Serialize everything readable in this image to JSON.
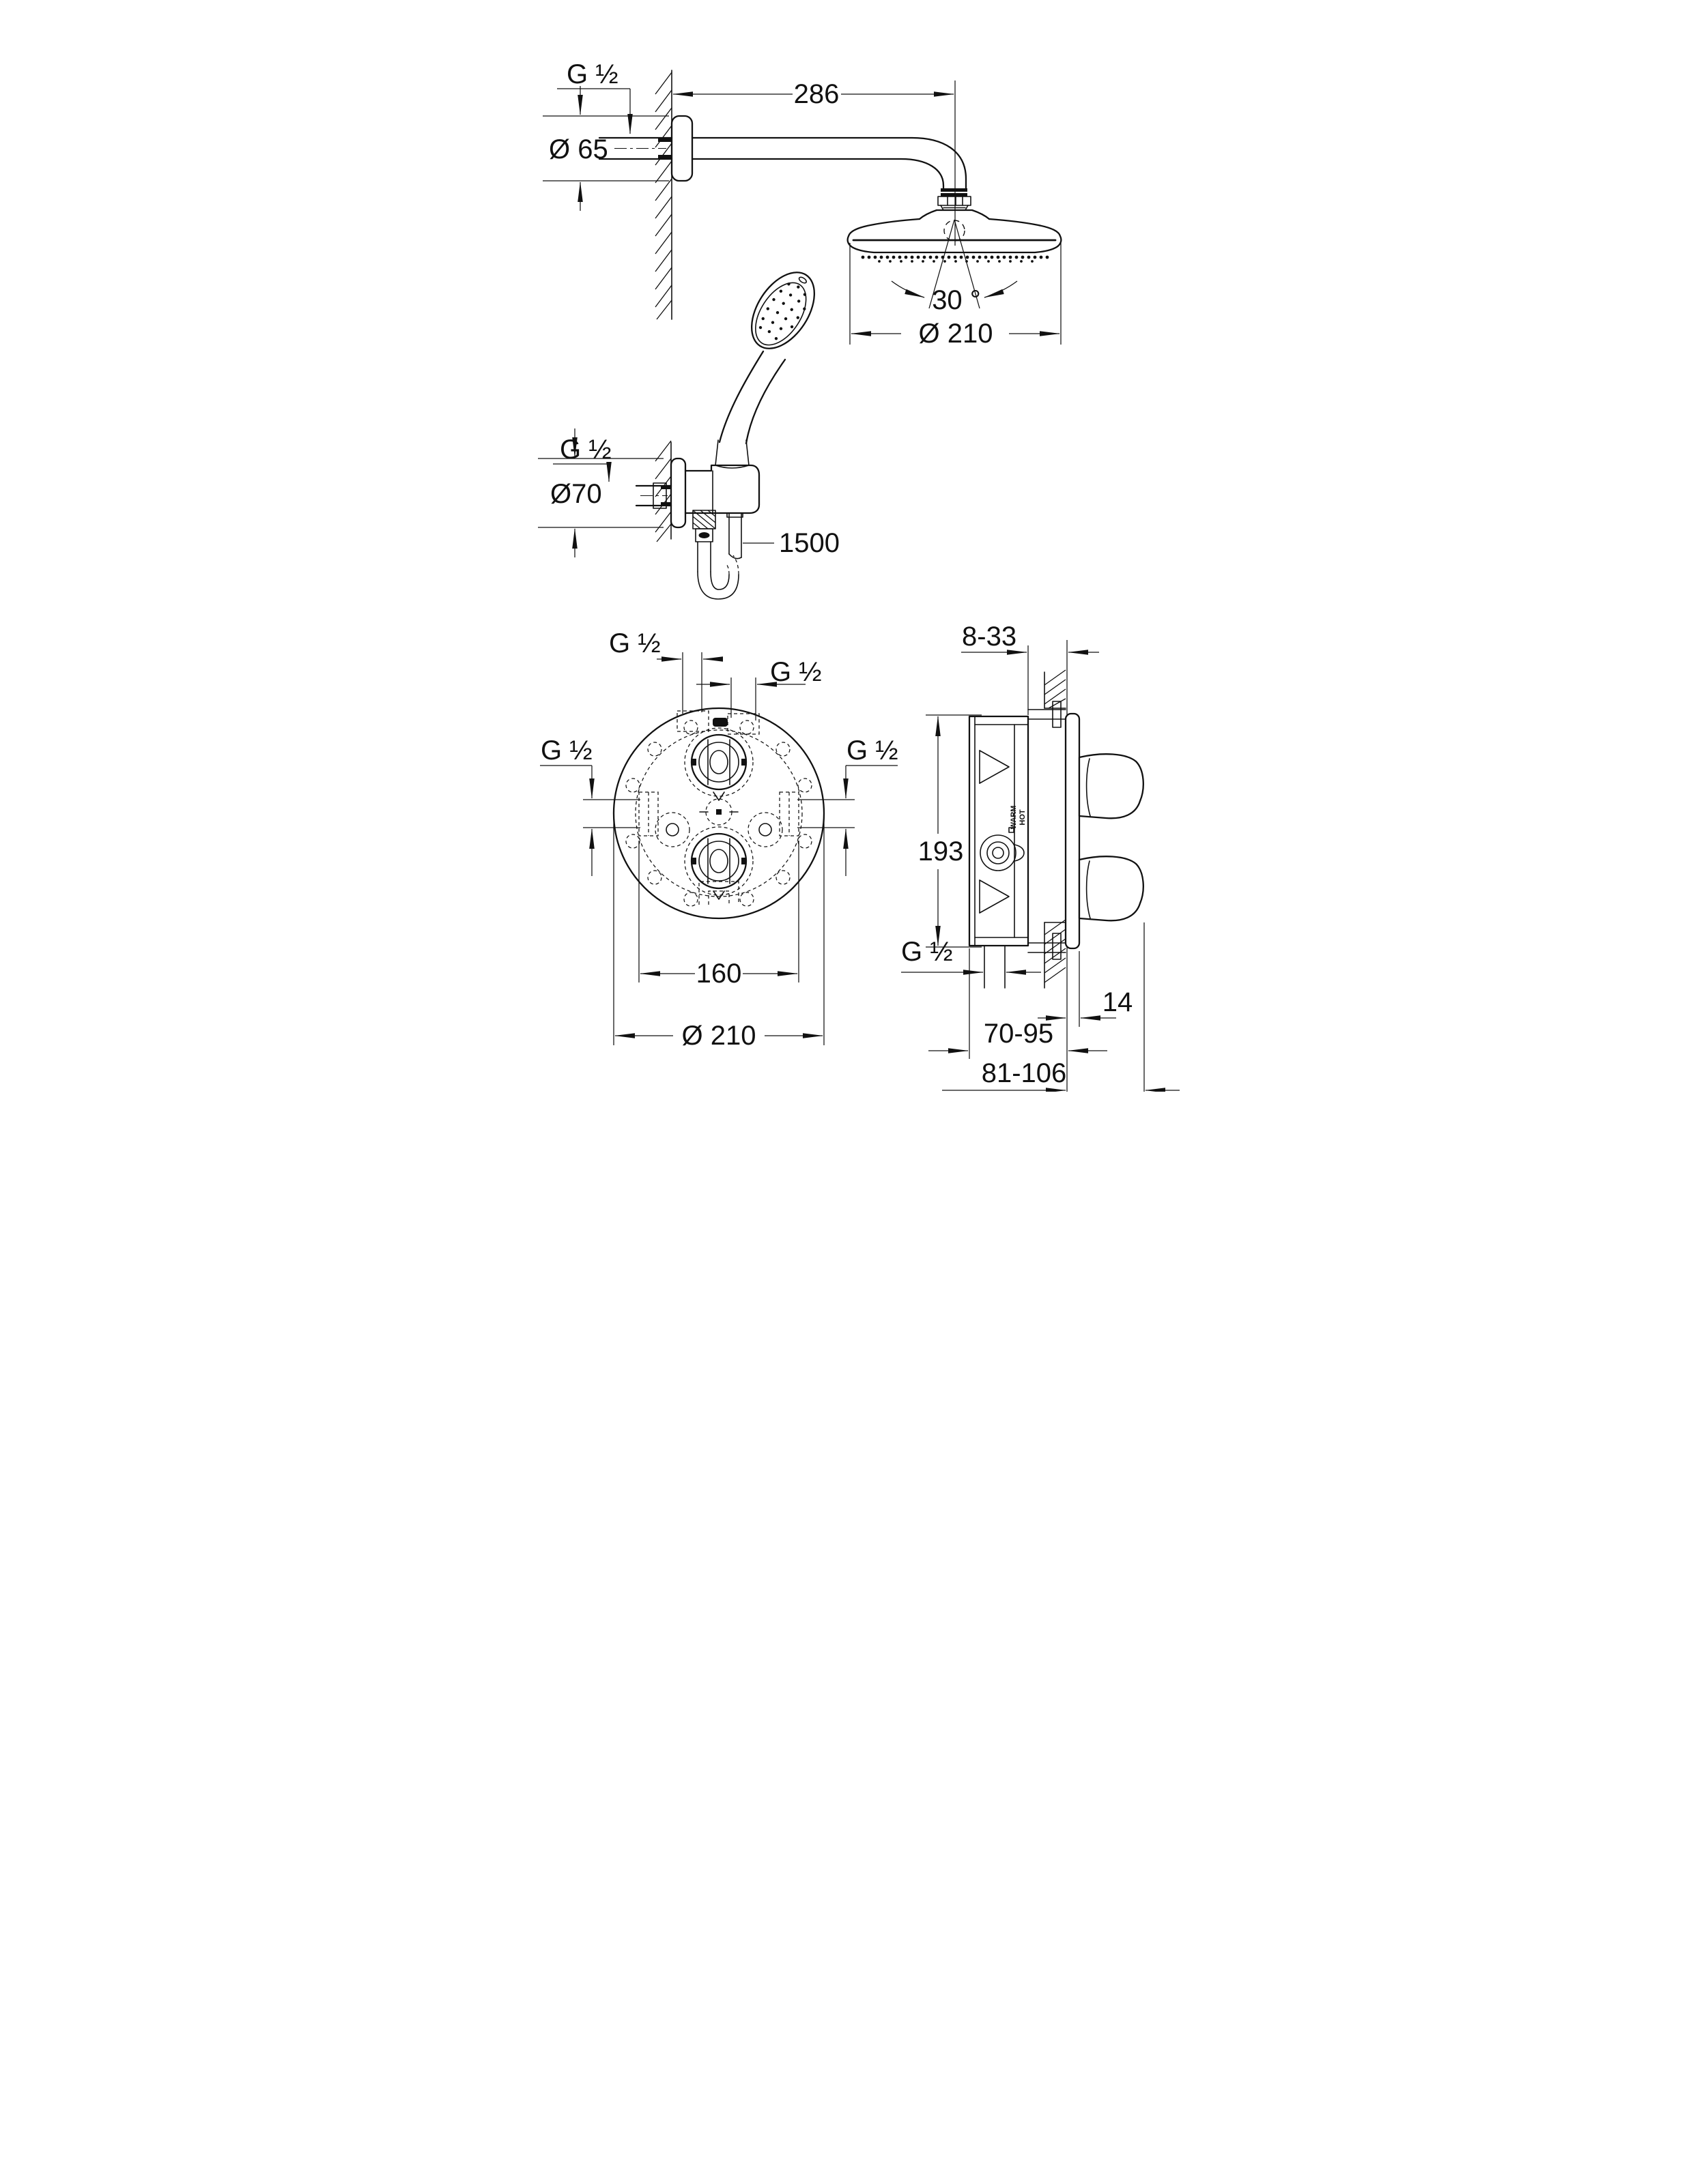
{
  "drawing": {
    "type": "technical-dimension-drawing",
    "product": "concealed thermostatic shower set with head shower and hand shower",
    "colors": {
      "ink": "#111111",
      "paper": "#ffffff"
    },
    "figures": {
      "overhead": {
        "thread": "G ½",
        "flange_diameter": "Ø 65",
        "arm_projection": "286",
        "head_diameter": "Ø 210",
        "spray_angle": "30 °"
      },
      "hand": {
        "thread": "G ½",
        "flange_diameter": "Ø70",
        "hose_length": "1500"
      },
      "front": {
        "thread_top_left": "G ½",
        "thread_top_right": "G ½",
        "thread_left": "G ½",
        "thread_right": "G ½",
        "port_spacing": "160",
        "plate_diameter": "Ø 210"
      },
      "side": {
        "recess_depth_range": "8-33",
        "body_height": "193",
        "thread_bottom": "G ½",
        "plate_thickness": "14",
        "depth_range_1": "70-95",
        "depth_range_2": "81-106",
        "marking_warm": "WARM",
        "marking_hot": "HOT"
      }
    }
  }
}
